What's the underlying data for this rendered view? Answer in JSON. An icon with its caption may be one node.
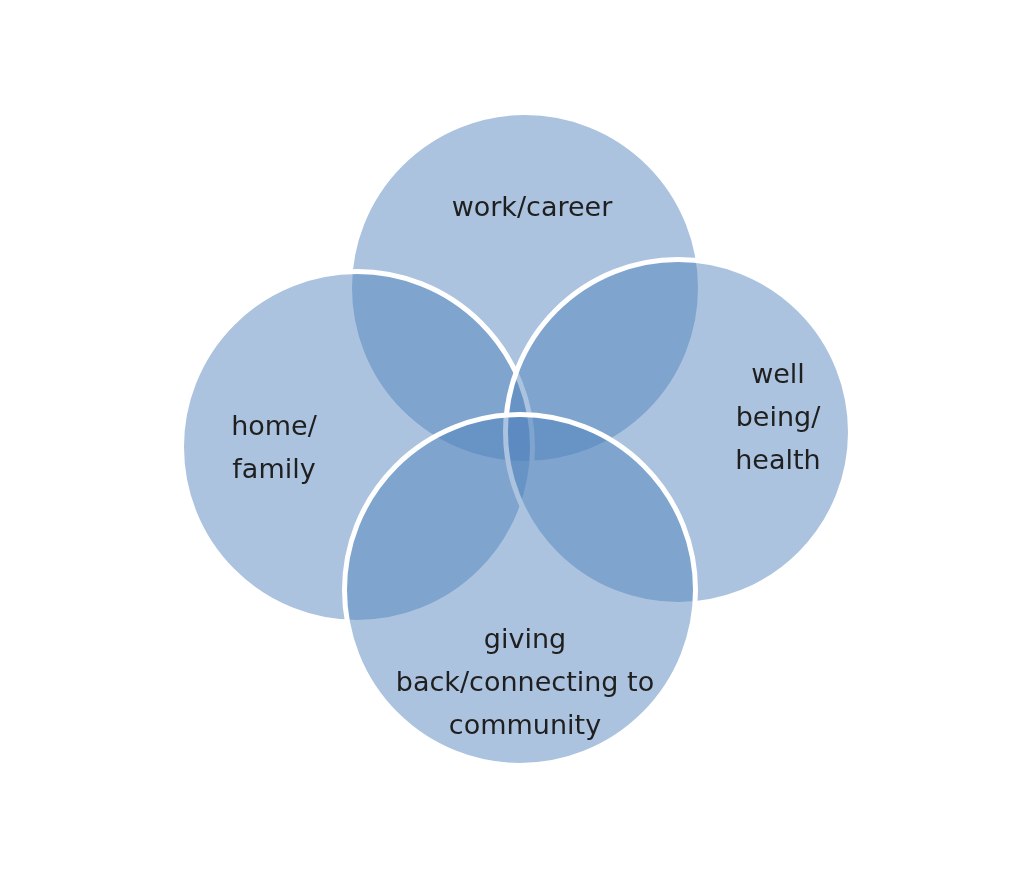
{
  "diagram": {
    "nodes": [
      {
        "text": [
          "work/career"
        ]
      },
      {
        "text": [
          "home/ family"
        ]
      },
      {
        "text": [
          "well being/ health"
        ]
      },
      {
        "text": [
          "giving back/connecting to community"
        ]
      }
    ]
  }
}
